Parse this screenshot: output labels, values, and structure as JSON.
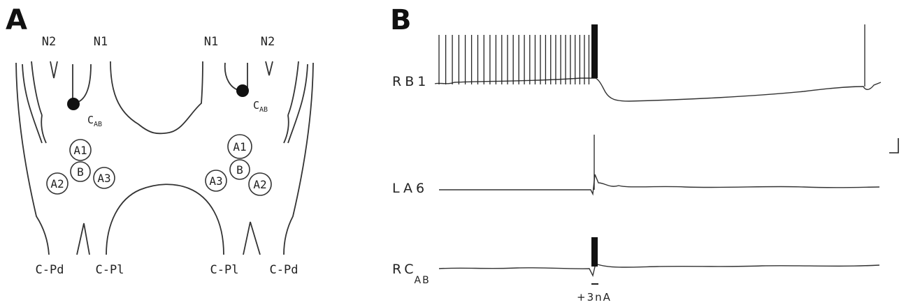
{
  "panels": {
    "a_label": "A",
    "b_label": "B"
  },
  "ganglion": {
    "nerves_top_left": [
      "N2",
      "N1"
    ],
    "nerves_top_right": [
      "N1",
      "N2"
    ],
    "connectives_bottom_left": [
      "C-Pd",
      "C-Pl"
    ],
    "connectives_bottom_right": [
      "C-Pl",
      "C-Pd"
    ],
    "cab_main": "C",
    "cab_sub": "AB",
    "neurons_left": [
      "A1",
      "B",
      "A2",
      "A3"
    ],
    "neurons_right": [
      "A1",
      "B",
      "A3",
      "A2"
    ]
  },
  "recordings": {
    "traces": [
      {
        "label": "RB1",
        "sub": ""
      },
      {
        "label": "LA6",
        "sub": ""
      },
      {
        "label": "RC",
        "sub": "AB"
      }
    ],
    "stimulus_label": "+3nA"
  }
}
